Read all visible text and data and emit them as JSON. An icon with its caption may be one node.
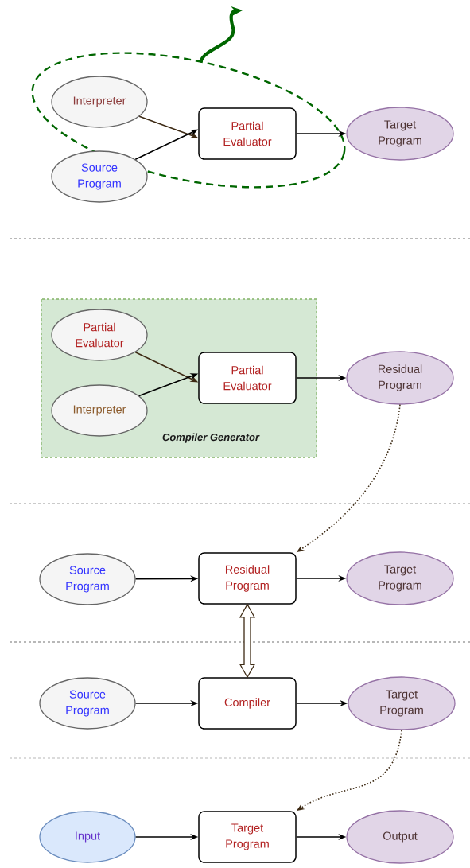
{
  "diagram": {
    "nodes": [
      {
        "text": [],
        "shape": "ellipse"
      },
      {
        "text": [
          "Interpreter"
        ],
        "in": 0
      },
      {
        "text": [
          "Source Program"
        ]
      },
      {
        "text": [
          "Partial Evaluator"
        ],
        "in": 0
      },
      {
        "text": [
          "Target Program"
        ]
      },
      {
        "text": [
          "Compiler Generator"
        ]
      },
      {
        "text": [
          "Partial Evaluator"
        ],
        "in": 5
      },
      {
        "text": [
          "Interpreter"
        ],
        "in": 5
      },
      {
        "text": [
          "Partial Evaluator"
        ],
        "in": 5
      },
      {
        "text": [
          "Residual Program"
        ]
      },
      {
        "text": [
          "Source Program"
        ]
      },
      {
        "text": [
          "Residual Program"
        ]
      },
      {
        "text": [
          "Target Program"
        ]
      },
      {
        "text": [
          "Source Program"
        ]
      },
      {
        "text": [
          "Compiler"
        ]
      },
      {
        "text": [
          "Target Program"
        ]
      },
      {
        "text": [
          "Input"
        ]
      },
      {
        "text": [
          "Target Program"
        ]
      },
      {
        "text": [
          "Output"
        ]
      }
    ],
    "edges": [
      {
        "from": 1,
        "to": 3,
        "arrow": "to",
        "color": "#3d2a14"
      },
      {
        "from": 2,
        "to": 3,
        "arrow": "to"
      },
      {
        "from": 3,
        "to": 4,
        "arrow": "to"
      },
      {
        "from": 0,
        "to": null,
        "arrow": "to",
        "style": "thick",
        "color": "#006600"
      },
      {
        "from": 6,
        "to": 8,
        "arrow": "to",
        "color": "#3d2a14"
      },
      {
        "from": 7,
        "to": 8,
        "arrow": "to"
      },
      {
        "from": 8,
        "to": 9,
        "arrow": "to"
      },
      {
        "from": 9,
        "to": 11,
        "arrow": "to",
        "style": "dashed",
        "color": "#3d2a14"
      },
      {
        "from": 10,
        "to": 11,
        "arrow": "to"
      },
      {
        "from": 11,
        "to": 12,
        "arrow": "to"
      },
      {
        "from": 11,
        "to": 14,
        "arrow": "both",
        "style": "thick",
        "color": "#3d2a14"
      },
      {
        "from": 13,
        "to": 14,
        "arrow": "to"
      },
      {
        "from": 14,
        "to": 15,
        "arrow": "to"
      },
      {
        "from": 15,
        "to": 17,
        "arrow": "to",
        "style": "dashed",
        "color": "#3d2a14"
      },
      {
        "from": 16,
        "to": 17,
        "arrow": "to"
      },
      {
        "from": 17,
        "to": 18,
        "arrow": "to"
      }
    ]
  }
}
